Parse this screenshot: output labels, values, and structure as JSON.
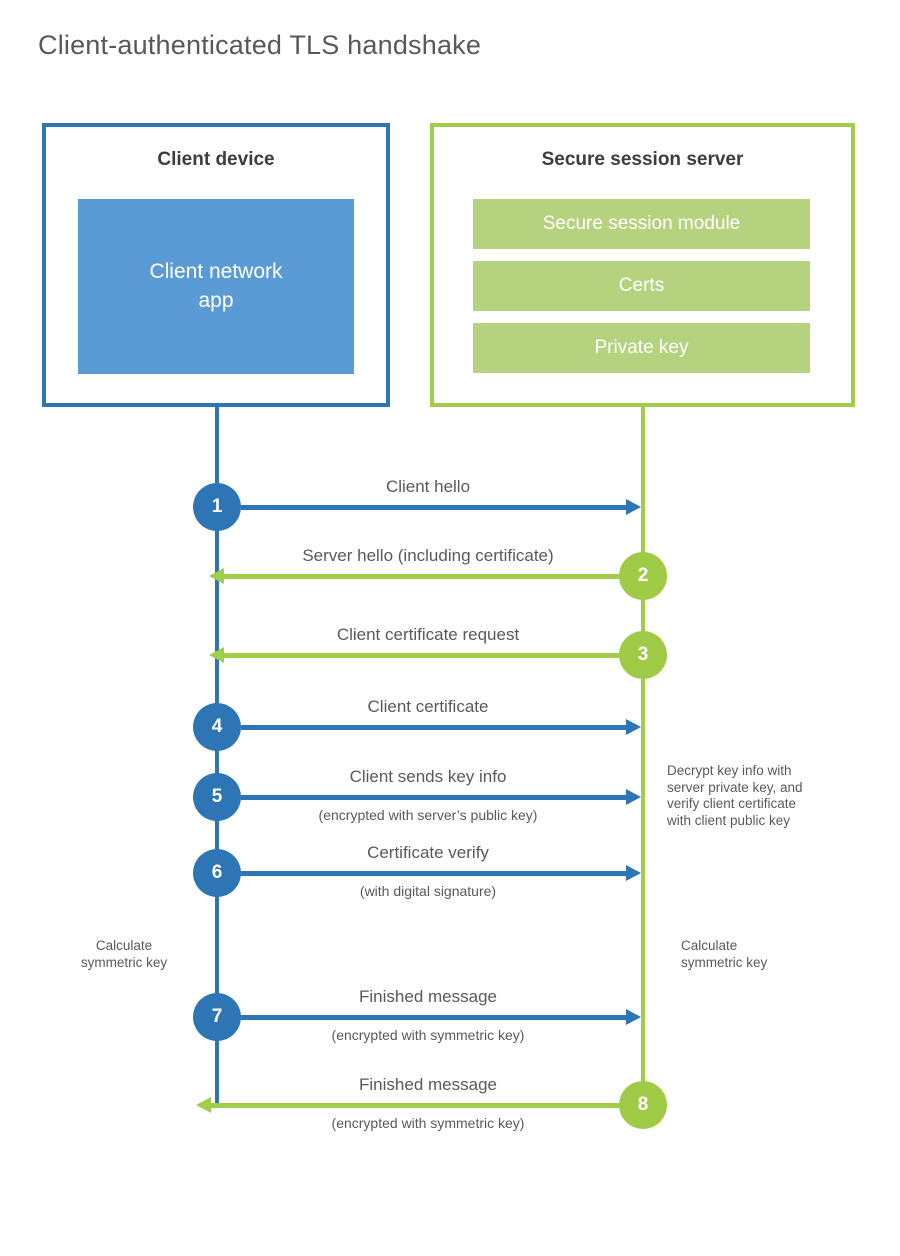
{
  "title": "Client-authenticated TLS handshake",
  "client_box": {
    "title": "Client device",
    "app_label": "Client network\napp"
  },
  "server_box": {
    "title": "Secure session server",
    "modules": [
      "Secure session module",
      "Certs",
      "Private key"
    ]
  },
  "steps": [
    {
      "num": "1",
      "label": "Client hello",
      "direction": "right",
      "color": "blue"
    },
    {
      "num": "2",
      "label": "Server hello (including certificate)",
      "direction": "left",
      "color": "green"
    },
    {
      "num": "3",
      "label": "Client certificate request",
      "direction": "left",
      "color": "green"
    },
    {
      "num": "4",
      "label": "Client certificate",
      "direction": "right",
      "color": "blue"
    },
    {
      "num": "5",
      "label": "Client sends key info",
      "sublabel": "(encrypted with server’s public key)",
      "direction": "right",
      "color": "blue"
    },
    {
      "num": "6",
      "label": "Certificate verify",
      "sublabel": "(with digital signature)",
      "direction": "right",
      "color": "blue"
    },
    {
      "num": "7",
      "label": "Finished message",
      "sublabel": "(encrypted with symmetric key)",
      "direction": "right",
      "color": "blue"
    },
    {
      "num": "8",
      "label": "Finished message",
      "sublabel": "(encrypted with symmetric key)",
      "direction": "left",
      "color": "green"
    }
  ],
  "annotations": {
    "decrypt_note": "Decrypt key info with\nserver private key, and\nverify client certificate\nwith client public key",
    "calc_left": "Calculate\nsymmetric key",
    "calc_right": "Calculate\nsymmetric key"
  },
  "colors": {
    "blue": "#2e75b6",
    "light_blue": "#5b9bd5",
    "green": "#9fca46",
    "light_green": "#b5d37f",
    "text_gray": "#595959"
  }
}
